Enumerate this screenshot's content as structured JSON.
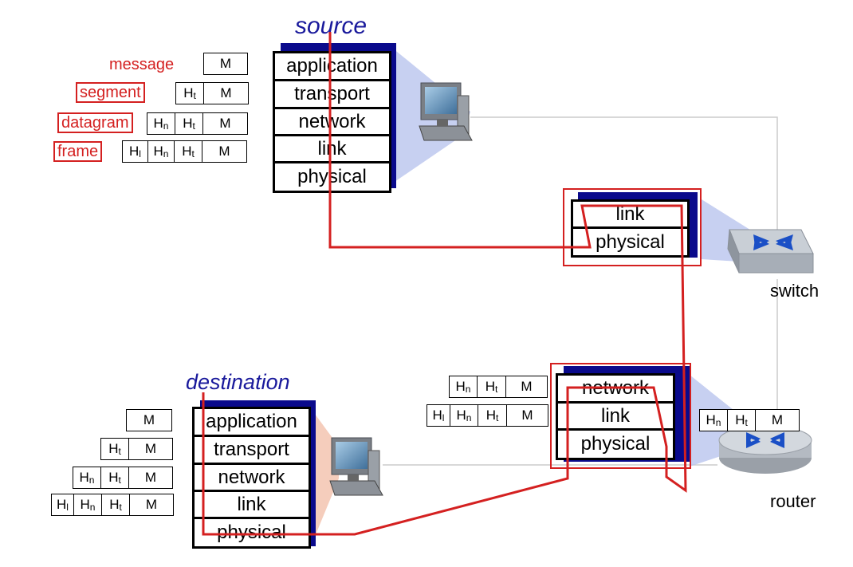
{
  "source": {
    "title": "source",
    "layers": [
      "application",
      "transport",
      "network",
      "link",
      "physical"
    ]
  },
  "destination": {
    "title": "destination",
    "layers": [
      "application",
      "transport",
      "network",
      "link",
      "physical"
    ]
  },
  "switch": {
    "label": "switch",
    "layers": [
      "link",
      "physical"
    ]
  },
  "router": {
    "label": "router",
    "layers": [
      "network",
      "link",
      "physical"
    ]
  },
  "encapsulation_labels": {
    "message": "message",
    "segment": "segment",
    "datagram": "datagram",
    "frame": "frame"
  },
  "headers": {
    "M": "M",
    "H": "H",
    "t": "t",
    "n": "n",
    "l": "l"
  },
  "colors": {
    "path": "#d42020",
    "title": "#1a1a9c",
    "stack_shadow": "#0a0a8c"
  }
}
